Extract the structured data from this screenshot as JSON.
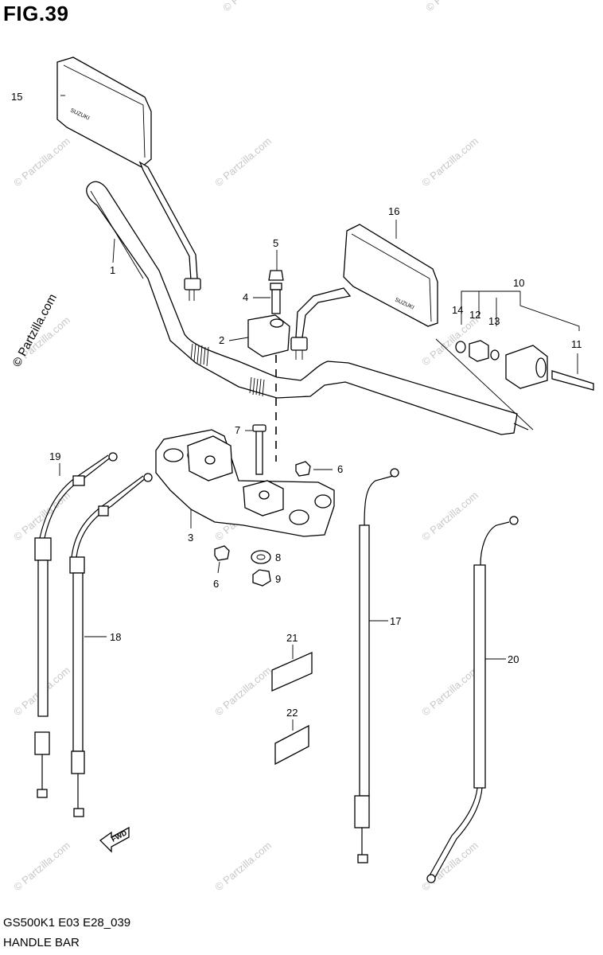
{
  "figure": {
    "title": "FIG.39",
    "code": "GS500K1 E03 E28_039",
    "name": "HANDLE BAR"
  },
  "watermark": {
    "text": "© Partzilla.com"
  },
  "callouts": {
    "c1": "1",
    "c2": "2",
    "c3": "3",
    "c4": "4",
    "c5": "5",
    "c6a": "6",
    "c6b": "6",
    "c7": "7",
    "c8": "8",
    "c9": "9",
    "c10": "10",
    "c11": "11",
    "c12": "12",
    "c13": "13",
    "c14": "14",
    "c15": "15",
    "c16": "16",
    "c17": "17",
    "c18": "18",
    "c19": "19",
    "c20": "20",
    "c21": "21",
    "c22": "22"
  },
  "mirror_text": "SUZUKI",
  "fwd_label": "FWD"
}
